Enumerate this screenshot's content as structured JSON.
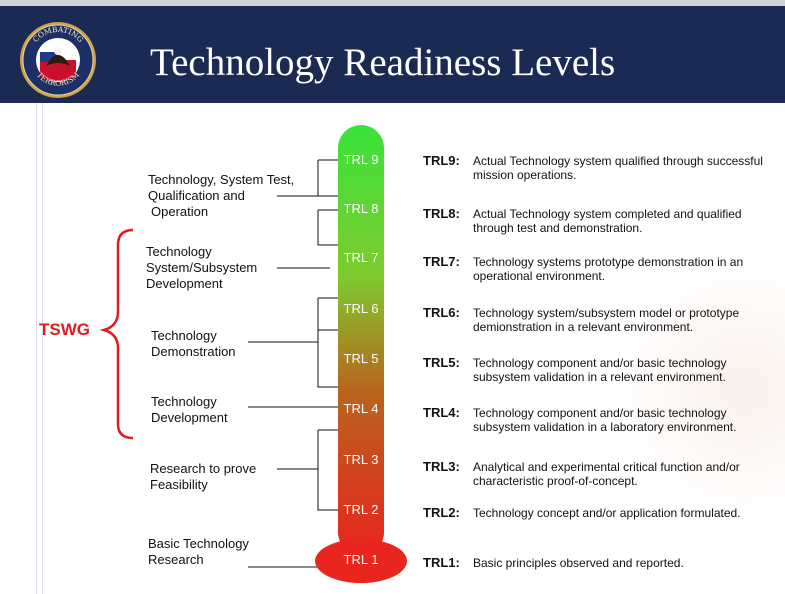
{
  "header": {
    "title": "Technology Readiness Levels",
    "seal": {
      "top_text": "COMBATING",
      "bottom_text": "TERRORISM"
    }
  },
  "colors": {
    "header_bg": "#1b2a52",
    "bracket": "#e21b22",
    "thermometer_top": "#33dd33",
    "thermometer_bottom": "#e8261f"
  },
  "tswg_label": "TSWG",
  "thermometer_levels": [
    "TRL 9",
    "TRL 8",
    "TRL 7",
    "TRL 6",
    "TRL 5",
    "TRL 4",
    "TRL 3",
    "TRL 2",
    "TRL 1"
  ],
  "left_labels": {
    "qualification": [
      "Technology, System Test,",
      "Qualification and",
      "Operation"
    ],
    "system_dev": [
      "Technology",
      "System/Subsystem",
      "Development"
    ],
    "demonstration": [
      "Technology",
      "Demonstration"
    ],
    "development": [
      "Technology",
      "Development"
    ],
    "feasibility": [
      "Research to prove",
      "Feasibility"
    ],
    "basic": [
      "Basic Technology",
      "Research"
    ]
  },
  "definitions": [
    {
      "key": "TRL9:",
      "text": "Actual Technology system qualified through successful mission operations."
    },
    {
      "key": "TRL8:",
      "text": "Actual Technology system completed and qualified through test and demonstration."
    },
    {
      "key": "TRL7:",
      "text": "Technology systems prototype demonstration in an operational environment."
    },
    {
      "key": "TRL6:",
      "text": "Technology system/subsystem model or prototype demionstration in a relevant environment."
    },
    {
      "key": "TRL5:",
      "text": "Technology component and/or basic technology subsystem validation in a relevant environment."
    },
    {
      "key": "TRL4:",
      "text": "Technology component and/or basic technology subsystem validation in a laboratory environment."
    },
    {
      "key": "TRL3:",
      "text": "Analytical and experimental critical function and/or characteristic proof-of-concept."
    },
    {
      "key": "TRL2:",
      "text": "Technology concept and/or application formulated."
    },
    {
      "key": "TRL1:",
      "text": "Basic principles observed and reported."
    }
  ]
}
